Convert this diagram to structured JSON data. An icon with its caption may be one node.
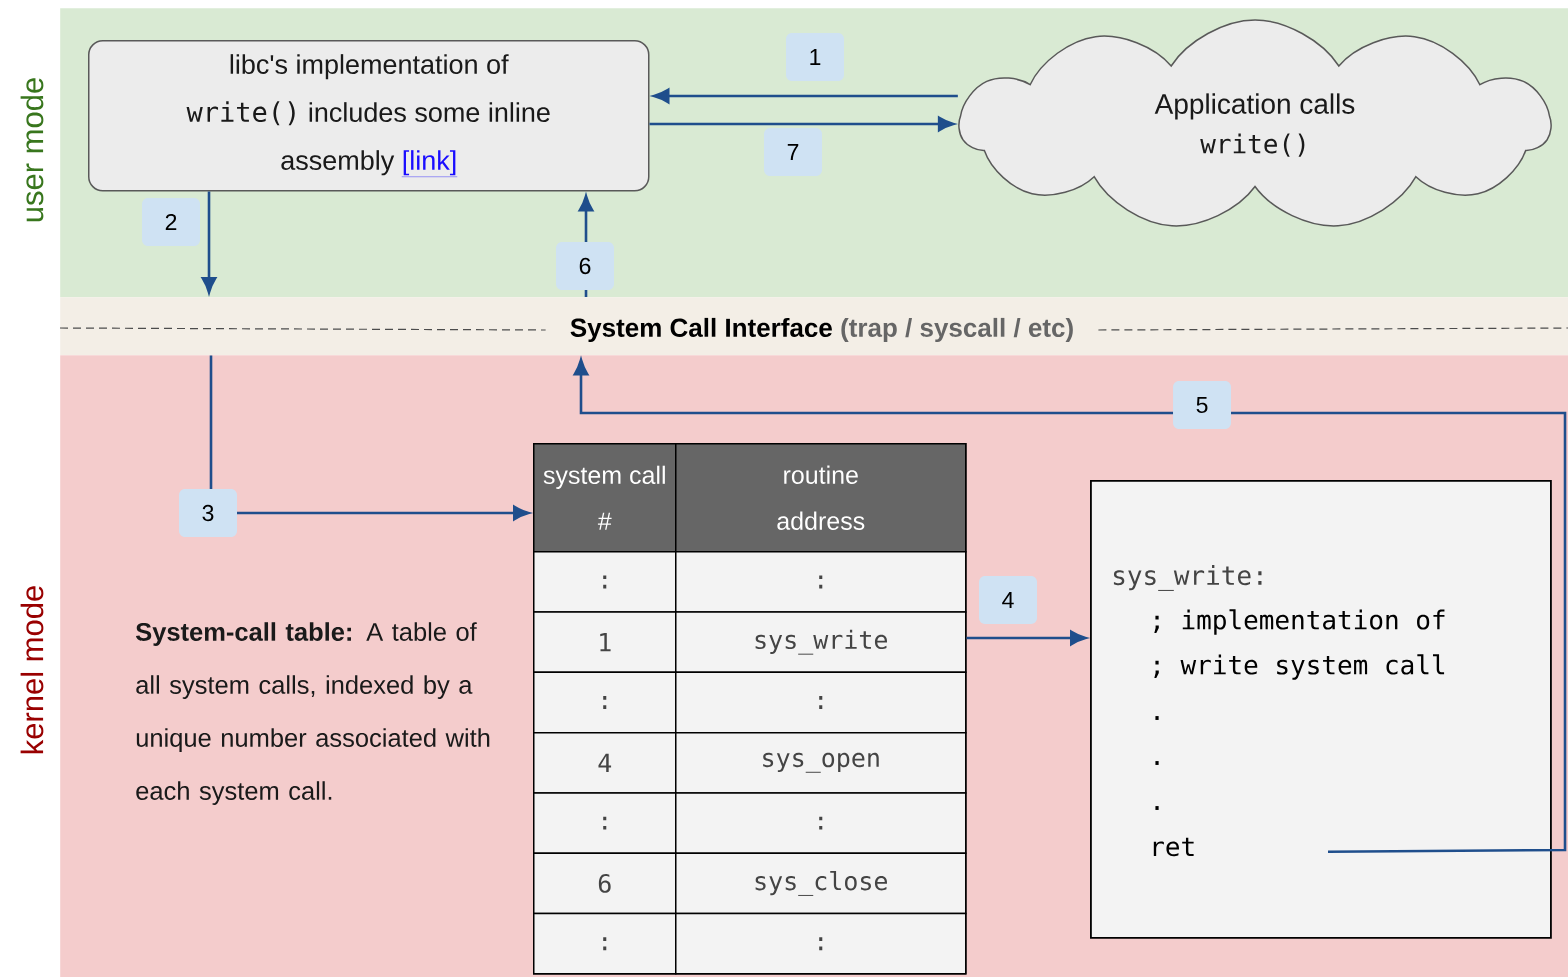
{
  "diagram": {
    "nodes": [
      {
        "text": [
          "user mode"
        ]
      },
      {
        "text": [
          "libc's implementation of",
          "write()",
          "includes some inline assembly",
          "[link]"
        ],
        "in": 0
      },
      {
        "text": [
          "Application calls",
          "write()"
        ],
        "in": 0
      },
      {
        "text": [
          "System Call Interface",
          "(trap / syscall / etc)"
        ]
      },
      {
        "text": [
          "kernel mode"
        ]
      },
      {
        "text": [
          "system call #",
          "routine address",
          ":",
          ":",
          "1",
          "sys_write",
          ":",
          ":",
          "4",
          "sys_open",
          ":",
          ":",
          "6",
          "sys_close",
          ":",
          ":"
        ],
        "in": 4
      },
      {
        "text": [
          "sys_write:",
          "; implementation of",
          "; write system call",
          ".",
          ".",
          ".",
          "ret"
        ],
        "in": 4
      }
    ],
    "edges": [
      {
        "from": 2,
        "to": 1,
        "arrow": "to",
        "label": "1"
      },
      {
        "from": 1,
        "to": 2,
        "arrow": "to",
        "label": "7"
      },
      {
        "from": 1,
        "to": 3,
        "arrow": "to",
        "label": "2"
      },
      {
        "from": 3,
        "to": 5,
        "arrow": "to",
        "label": "3"
      },
      {
        "from": 5,
        "to": 6,
        "arrow": "to",
        "label": "4"
      },
      {
        "from": 6,
        "to": 3,
        "arrow": "to",
        "label": "5"
      },
      {
        "from": 3,
        "to": 1,
        "arrow": "to",
        "label": "6"
      }
    ],
    "labels": [
      "**System-call table:** A table of all system calls, indexed by a unique number associated with each system call."
    ]
  }
}
